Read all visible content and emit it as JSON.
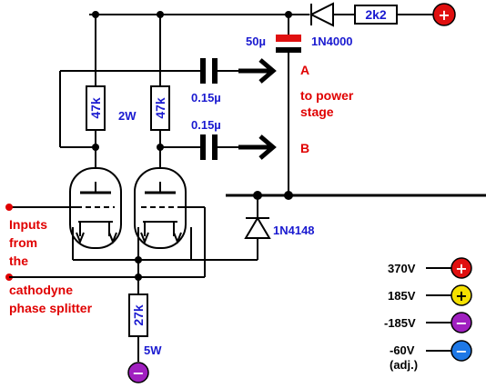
{
  "components": {
    "r_2k2": "2k2",
    "d_1n4000": "1N4000",
    "c_50u": "50µ",
    "c_015_top": "0.15µ",
    "c_015_bottom": "0.15µ",
    "r_47k_left": "47k",
    "r_47k_right": "47k",
    "power_2w": "2W",
    "d_1n4148": "1N4148",
    "r_27k": "27k",
    "power_5w": "5W"
  },
  "outputs": {
    "a_label": "A",
    "desc_line1": "to power",
    "desc_line2": "stage",
    "b_label": "B"
  },
  "inputs": {
    "line1": "Inputs",
    "line2": "from",
    "line3": "the",
    "line4": "cathodyne",
    "line5": "phase splitter"
  },
  "legend": {
    "items": [
      {
        "label": "370V",
        "symbol": "+",
        "color": "#e01010"
      },
      {
        "label": "185V",
        "symbol": "+",
        "color": "#f5e000"
      },
      {
        "label": "-185V",
        "symbol": "−",
        "color": "#a020c0"
      },
      {
        "label": "-60V",
        "sublabel": "(adj.)",
        "symbol": "−",
        "color": "#1e78e6"
      }
    ]
  },
  "terminals": {
    "top_supply": {
      "symbol": "+",
      "color": "#e01010"
    },
    "bottom_supply": {
      "symbol": "−",
      "color": "#a020c0"
    }
  },
  "colors": {
    "wire": "#000000",
    "label_blue": "#1a1ad0",
    "label_red": "#e00000",
    "cap_red": "#e01010"
  }
}
